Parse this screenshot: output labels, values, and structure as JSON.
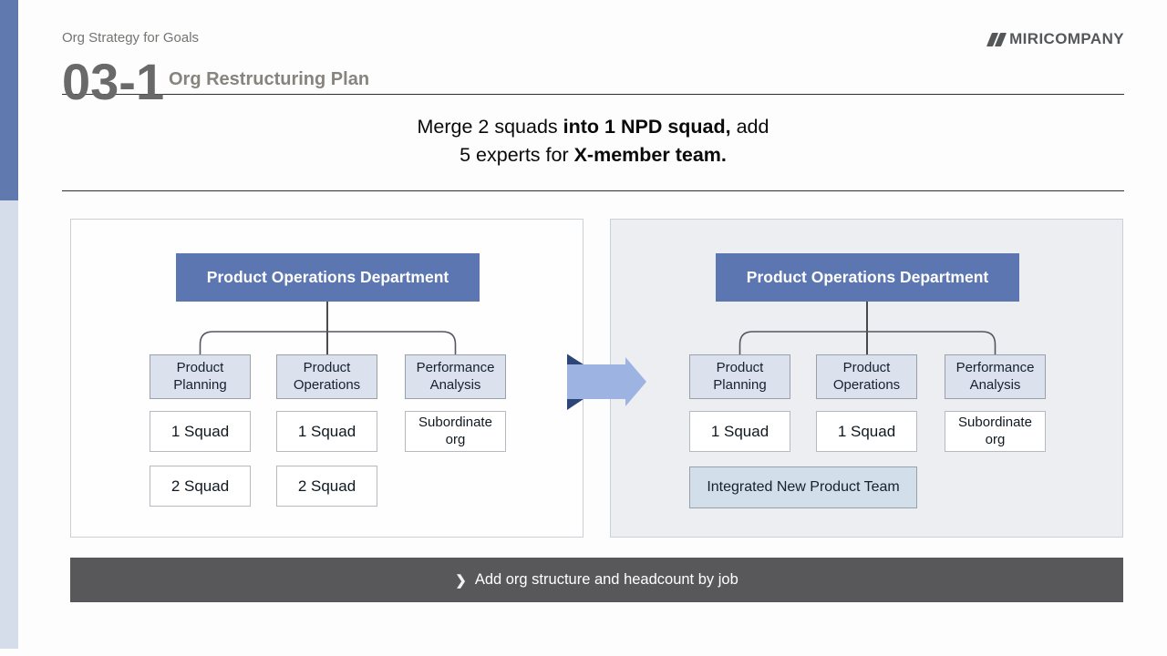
{
  "page": {
    "eyebrow": "Org Strategy for Goals",
    "section_number": "03-1",
    "section_title": "Org Restructuring Plan",
    "logo_text": "MIRICOMPANY"
  },
  "headline": {
    "l1a": "Merge 2 squads ",
    "l1b": "into 1 NPD squad,",
    "l1c": " add",
    "l2a": "5 experts for ",
    "l2b": "X-member team."
  },
  "before": {
    "root": "Product Operations Department",
    "columns": [
      {
        "title": "Product Planning",
        "items": [
          "1 Squad",
          "2 Squad"
        ]
      },
      {
        "title": "Product Operations",
        "items": [
          "1 Squad",
          "2 Squad"
        ]
      },
      {
        "title": "Performance Analysis",
        "items": [
          "Subordinate org"
        ]
      }
    ]
  },
  "after": {
    "root": "Product Operations Department",
    "columns": [
      {
        "title": "Product Planning",
        "items": [
          "1 Squad"
        ]
      },
      {
        "title": "Product Operations",
        "items": [
          "1 Squad"
        ]
      },
      {
        "title": "Performance Analysis",
        "items": [
          "Subordinate org"
        ]
      }
    ],
    "merged_team": "Integrated New Product Team"
  },
  "footer": {
    "chevron": "❯",
    "label": "Add org structure and headcount by job"
  },
  "colors": {
    "accent_blue": "#6079af",
    "accent_blue_light": "#d5dcea",
    "root_box_blue": "#5b76b1",
    "dept_node_fill": "#dbe2ee",
    "merged_fill": "#d3deeb",
    "panel_after_bg": "#eceef2",
    "arrow_fill": "#9db3e2",
    "arrow_fold": "#2e4577",
    "footer_bg": "#58575a"
  }
}
